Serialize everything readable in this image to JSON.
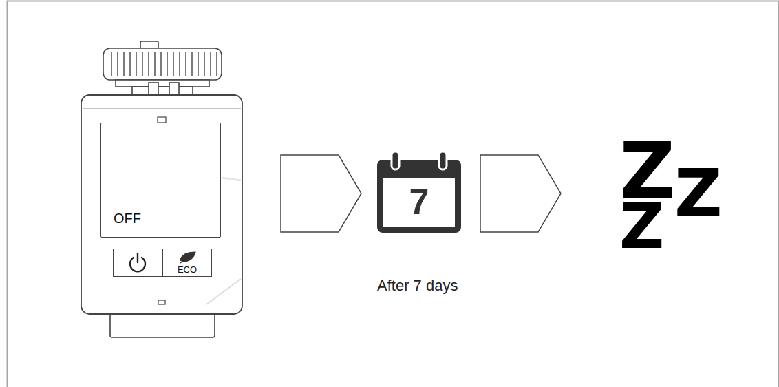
{
  "diagram": {
    "nodes": [
      {
        "text": [
          "OFF"
        ]
      },
      {
        "text": [
          "ECO"
        ]
      },
      {
        "text": [
          "7"
        ]
      }
    ],
    "labels": [
      "After 7 days",
      "Z",
      "Z",
      "Z"
    ]
  }
}
